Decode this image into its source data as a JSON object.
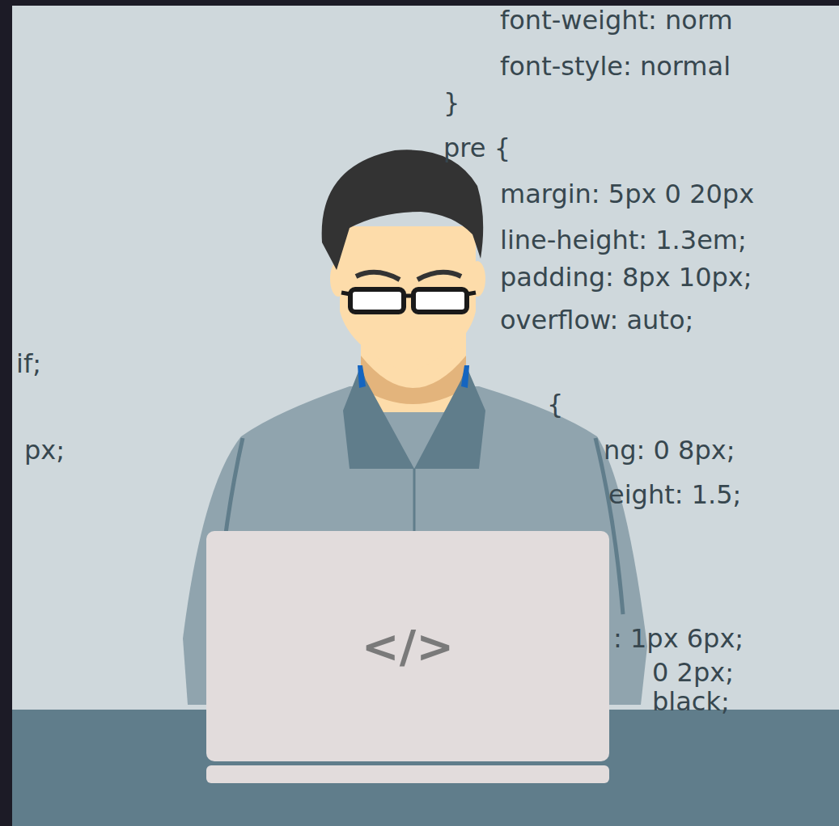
{
  "diagram": {
    "labels": [
      "font-weight: norm",
      "font-style: normal",
      "}",
      "pre {",
      "margin: 5px 0 20px",
      "line-height: 1.3em;",
      "padding: 8px 10px;",
      "overflow: auto;",
      "if;",
      "px;",
      "{",
      "ng: 0 8px;",
      "eight: 1.5;",
      ": 1px 6px;",
      "0 2px;",
      "black;",
      "</>"
    ]
  }
}
